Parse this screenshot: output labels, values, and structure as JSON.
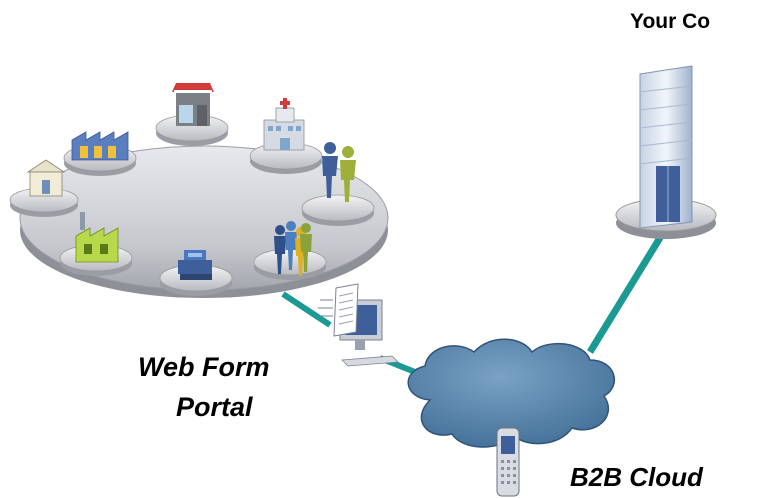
{
  "labels": {
    "company": "Your Co",
    "portal_line1": "Web Form",
    "portal_line2": "Portal",
    "cloud": "B2B Cloud"
  },
  "colors": {
    "connector": "#1a9a92",
    "cloud": "#4f7fa8",
    "platform": "#c9cbd1",
    "tower": "#dfe6f0"
  },
  "icons": [
    "shop-icon",
    "hospital-icon",
    "bank-icon",
    "warehouse-icon",
    "factory-icon",
    "handshake-people-icon",
    "people-group-icon",
    "cash-register-icon",
    "office-tower-icon",
    "computer-monitor-icon",
    "document-icon",
    "mobile-phone-icon",
    "cloud-icon"
  ]
}
